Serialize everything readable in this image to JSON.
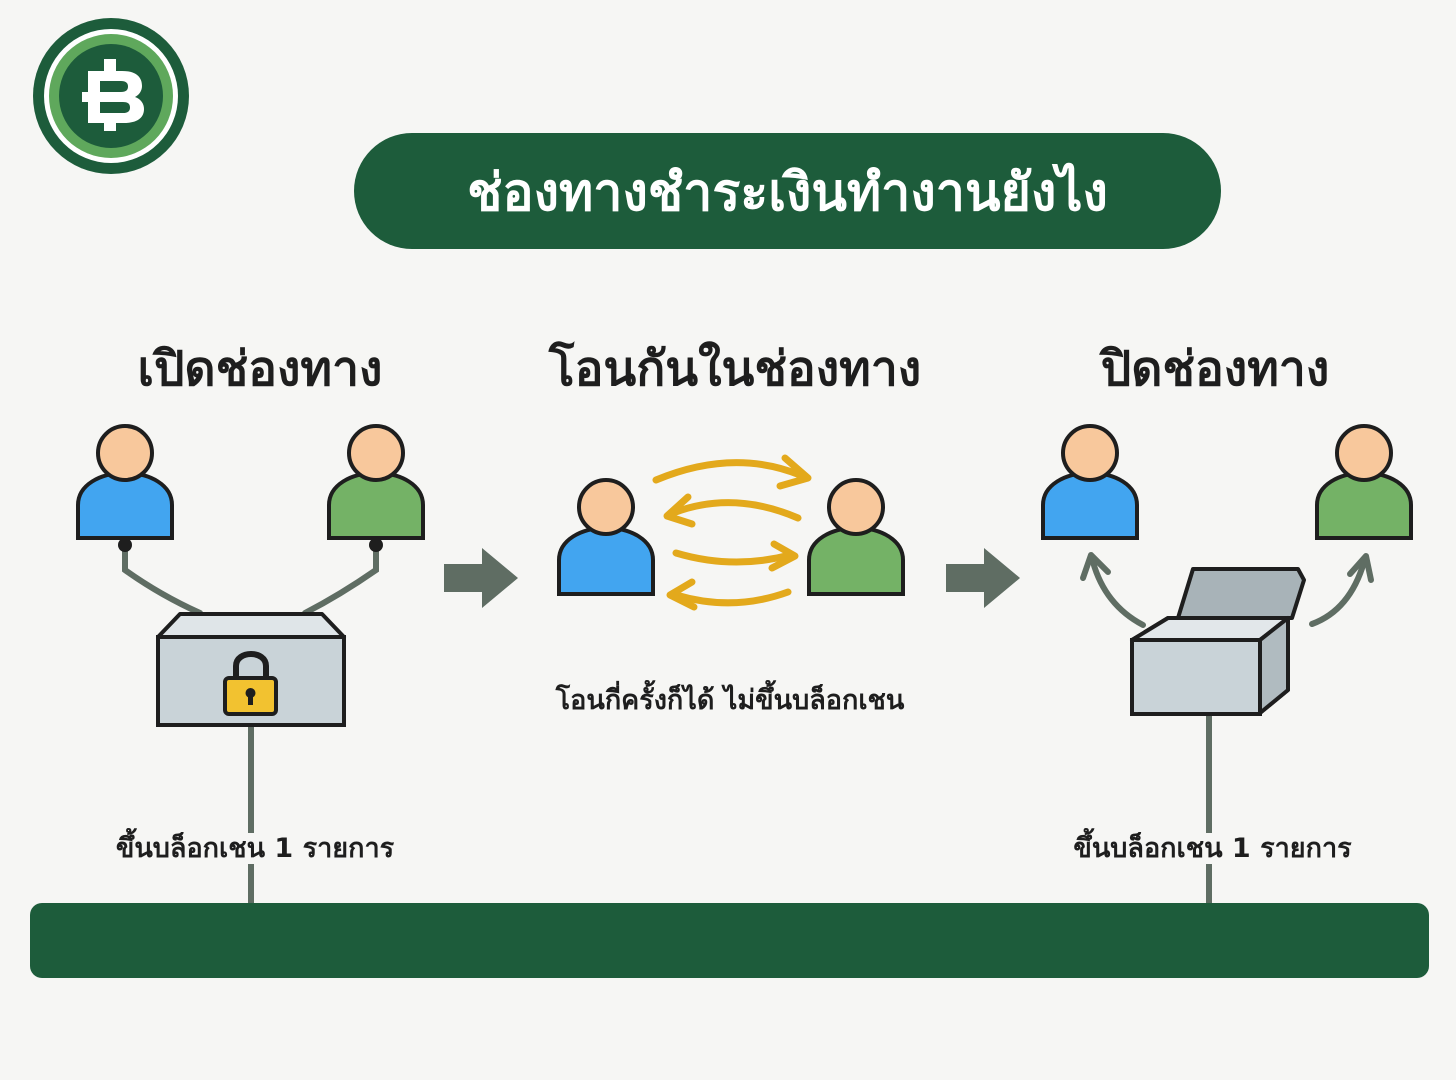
{
  "title": "ช่องทางชำระเงินทำงานยังไง",
  "stages": [
    {
      "title": "เปิดช่องทาง",
      "caption": "ขึ้นบล็อกเชน 1 รายการ"
    },
    {
      "title": "โอนกันในช่องทาง",
      "caption": "โอนกี่ครั้งก็ได้ ไม่ขึ้นบล็อกเชน"
    },
    {
      "title": "ปิดช่องทาง",
      "caption": "ขึ้นบล็อกเชน 1 รายการ"
    }
  ],
  "icons": {
    "logo": "bitcoin-baht-logo-icon",
    "user_a": "person-blue-icon",
    "user_b": "person-green-icon",
    "locked_box": "locked-box-icon",
    "open_box": "open-box-icon",
    "exchange_arrows": "exchange-arrows-icon",
    "step_arrow": "right-arrow-icon"
  },
  "colors": {
    "brand_green": "#1d5c3b",
    "logo_light_green": "#5fa85c",
    "user_a": "#42a5f0",
    "user_b": "#74b266",
    "skin": "#f8c89c",
    "box": "#c9d3d8",
    "lock": "#f2c230",
    "exchange": "#e3a91c",
    "arrow": "#5f6d63"
  }
}
